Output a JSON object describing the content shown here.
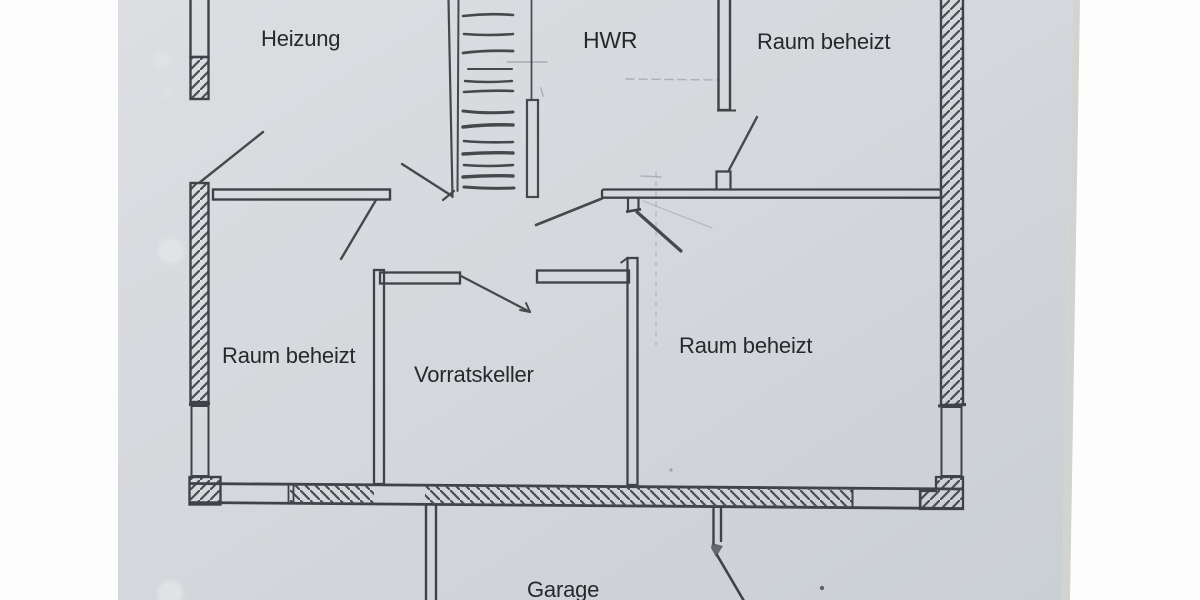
{
  "floor_plan": {
    "room_labels": [
      {
        "id": "heizung",
        "text": "Heizung"
      },
      {
        "id": "hwr",
        "text": "HWR"
      },
      {
        "id": "raum-beheizt-top-right",
        "text": "Raum beheizt"
      },
      {
        "id": "raum-beheizt-left",
        "text": "Raum beheizt"
      },
      {
        "id": "vorratskeller",
        "text": "Vorratskeller"
      },
      {
        "id": "raum-beheizt-bottom-right",
        "text": "Raum beheizt"
      },
      {
        "id": "garage",
        "text": "Garage"
      }
    ]
  },
  "colors": {
    "background": "#fdfdfd",
    "paper": "#d4d7db",
    "paper_edge": "#c3c6bf",
    "ink": "#3f4246",
    "label_text": "#26282b",
    "pencil_construction": "#9ba1a8"
  }
}
